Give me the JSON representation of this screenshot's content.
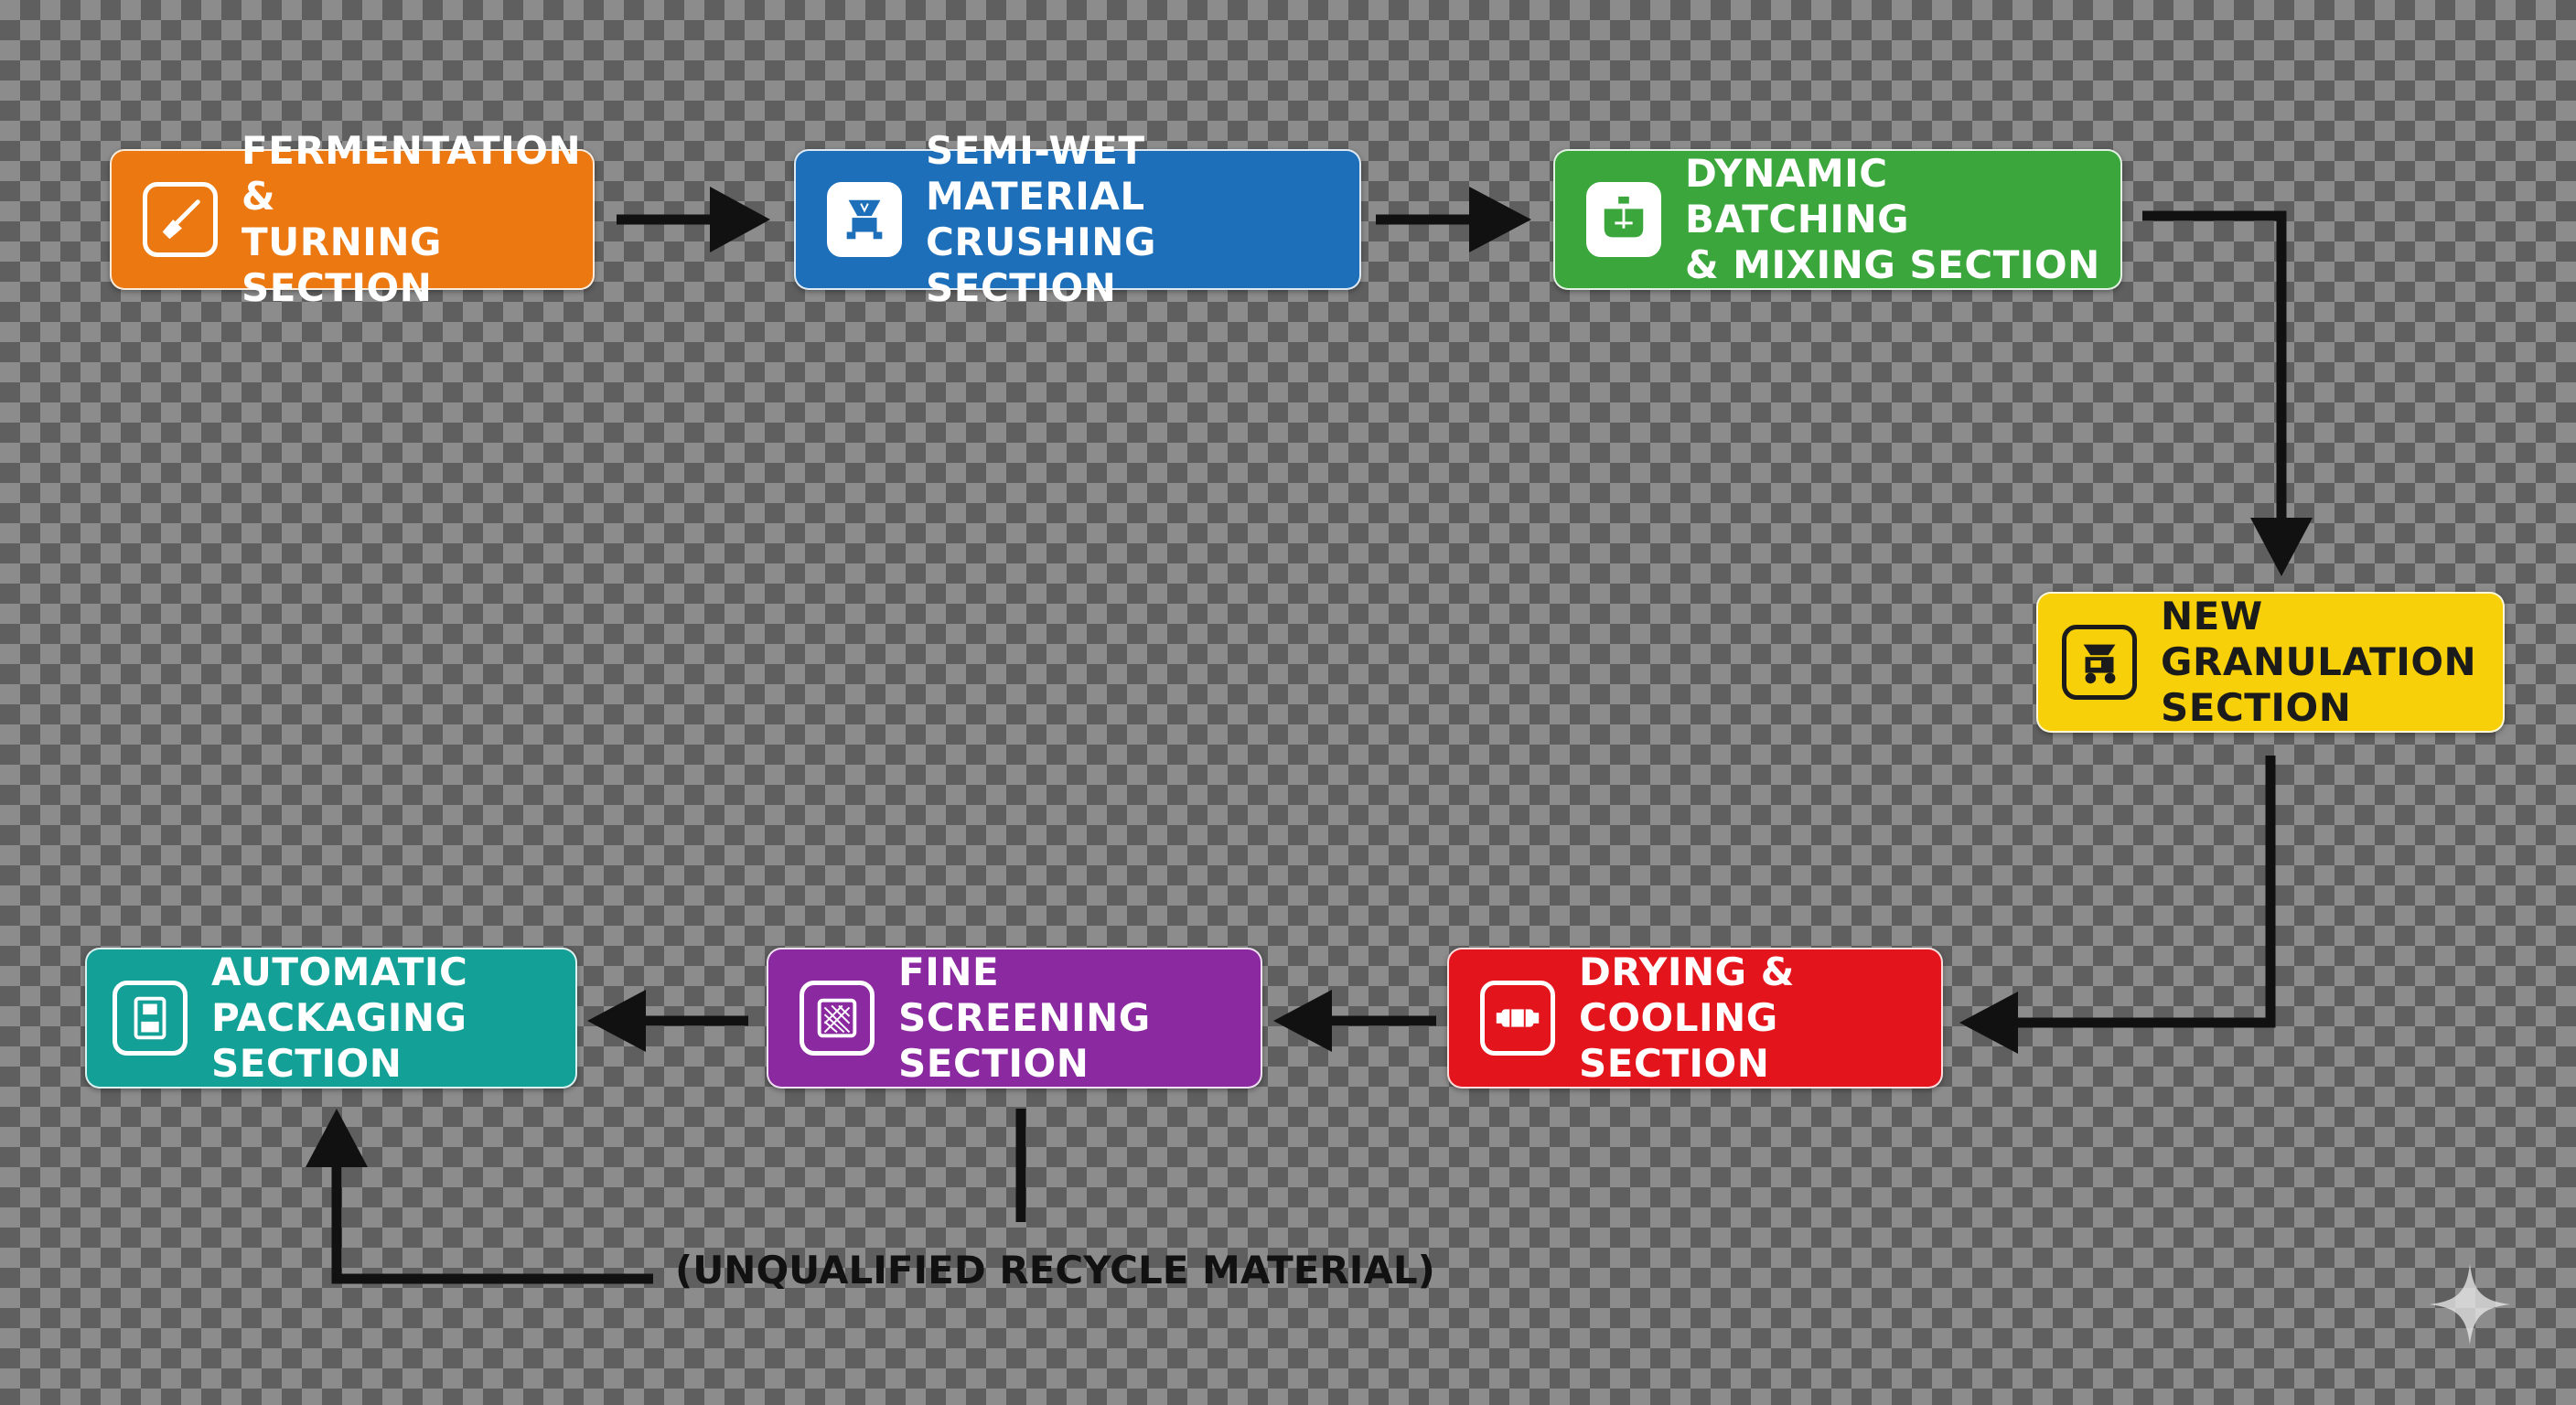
{
  "stages": [
    {
      "label": "FERMENTATION &\nTURNING SECTION",
      "color": "#ec7812",
      "icon": "shovel-icon"
    },
    {
      "label": "SEMI-WET MATERIAL\nCRUSHING SECTION",
      "color": "#1d6fba",
      "icon": "crusher-icon"
    },
    {
      "label": "DYNAMIC BATCHING\n& MIXING SECTION",
      "color": "#3aa63c",
      "icon": "mixer-icon"
    },
    {
      "label": "NEW GRANULATION\nSECTION",
      "color": "#f7d009",
      "icon": "granulator-icon"
    },
    {
      "label": "DRYING & COOLING\nSECTION",
      "color": "#e3141c",
      "icon": "rotary-drum-icon"
    },
    {
      "label": "FINE SCREENING\nSECTION",
      "color": "#8b2aa0",
      "icon": "screen-mesh-icon"
    },
    {
      "label": "AUTOMATIC\nPACKAGING SECTION",
      "color": "#13a096",
      "icon": "packaging-machine-icon"
    }
  ],
  "recycle_label": "(UNQUALIFIED RECYCLE MATERIAL)",
  "arrow_color": "#111111"
}
